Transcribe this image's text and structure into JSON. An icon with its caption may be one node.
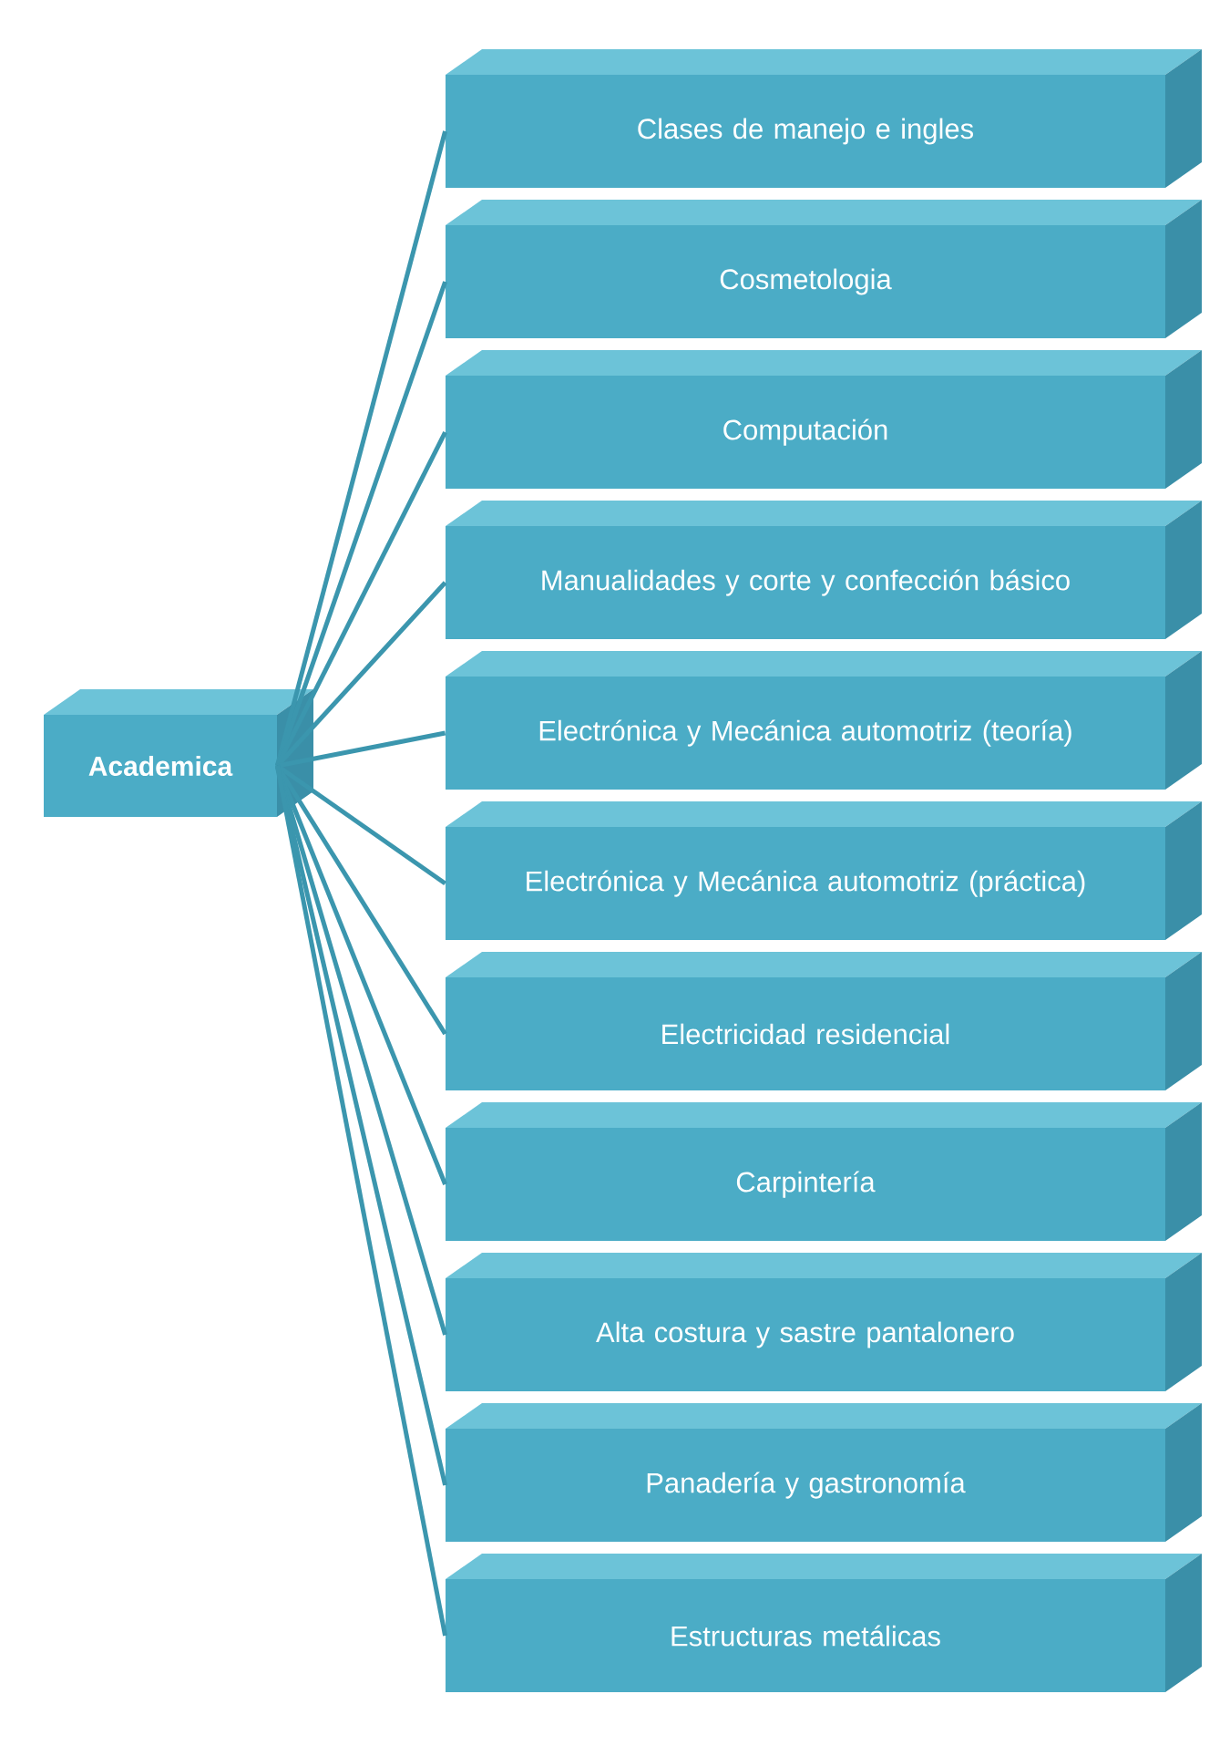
{
  "diagram": {
    "nodes": [
      {
        "text": [
          "Academica"
        ]
      },
      {
        "text": [
          "Clases de manejo e ingles"
        ]
      },
      {
        "text": [
          "Cosmetologia"
        ]
      },
      {
        "text": [
          "Computación"
        ]
      },
      {
        "text": [
          "Manualidades y corte y confección básico"
        ]
      },
      {
        "text": [
          "Electrónica y Mecánica automotriz (teoría)"
        ]
      },
      {
        "text": [
          "Electrónica y Mecánica automotriz (práctica)"
        ]
      },
      {
        "text": [
          "Electricidad residencial"
        ]
      },
      {
        "text": [
          "Carpintería"
        ]
      },
      {
        "text": [
          "Alta costura y sastre pantalonero"
        ]
      },
      {
        "text": [
          "Panadería y gastronomía"
        ]
      },
      {
        "text": [
          "Estructuras metálicas"
        ]
      }
    ],
    "edges": [
      {
        "from": 0,
        "to": 1,
        "arrow": "none"
      },
      {
        "from": 0,
        "to": 2,
        "arrow": "none"
      },
      {
        "from": 0,
        "to": 3,
        "arrow": "none"
      },
      {
        "from": 0,
        "to": 4,
        "arrow": "none"
      },
      {
        "from": 0,
        "to": 5,
        "arrow": "none"
      },
      {
        "from": 0,
        "to": 6,
        "arrow": "none"
      },
      {
        "from": 0,
        "to": 7,
        "arrow": "none"
      },
      {
        "from": 0,
        "to": 8,
        "arrow": "none"
      },
      {
        "from": 0,
        "to": 9,
        "arrow": "none"
      },
      {
        "from": 0,
        "to": 10,
        "arrow": "none"
      },
      {
        "from": 0,
        "to": 11,
        "arrow": "none"
      }
    ]
  }
}
